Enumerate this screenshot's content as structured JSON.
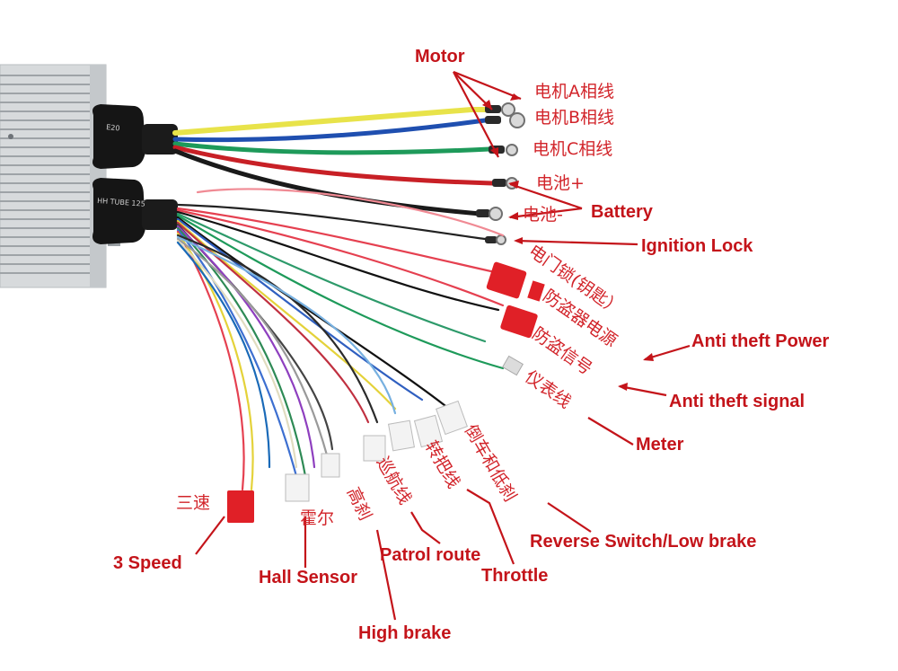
{
  "controller": {
    "connector_top_label": "E20",
    "connector_bottom_label": "HH TUBE 125"
  },
  "wire_colors": {
    "phase_a": "#e8e34a",
    "phase_b": "#1f4fb0",
    "phase_c": "#1e9a5a",
    "battery_pos": "#c82026",
    "battery_neg": "#1a1a1a",
    "connector_red": "#e02027",
    "label_red": "#c4141a"
  },
  "labels_en": {
    "motor": "Motor",
    "battery": "Battery",
    "ignition_lock": "Ignition Lock",
    "anti_theft_power": "Anti theft Power",
    "anti_theft_signal": "Anti theft signal",
    "meter": "Meter",
    "reverse_switch": "Reverse Switch/Low brake",
    "throttle": "Throttle",
    "patrol_route": "Patrol route",
    "hall_sensor": "Hall Sensor",
    "three_speed": "3 Speed",
    "high_brake": "High brake"
  },
  "labels_cn": {
    "motor_a": "电机A相线",
    "motor_b": "电机B相线",
    "motor_c": "电机C相线",
    "battery_pos": "电池+",
    "battery_neg": "电池-",
    "ignition": "电门锁(钥匙）",
    "anti_theft_power": "防盗器电源",
    "anti_theft_signal": "防盗信号",
    "meter": "仪表线",
    "reverse": "倒车和低刹",
    "throttle": "转把线",
    "patrol": "巡航线",
    "high_brake": "高刹",
    "hall": "霍尔",
    "three_speed": "三速"
  }
}
